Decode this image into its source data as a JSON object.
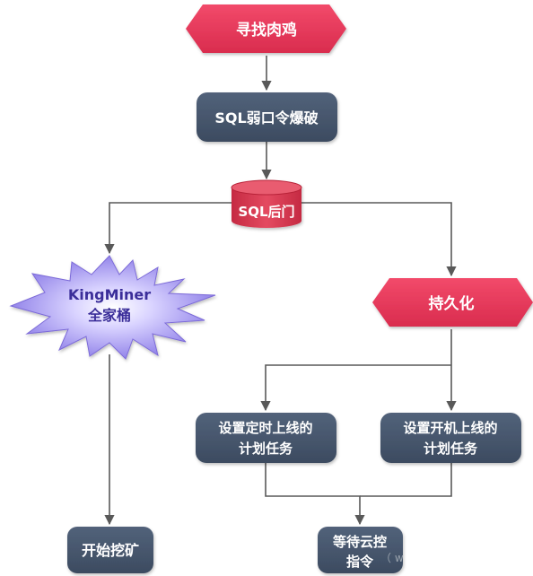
{
  "nodes": {
    "find_bots": "寻找肉鸡",
    "sql_bruteforce": "SQL弱口令爆破",
    "sql_backdoor": "SQL后门",
    "kingminer_line1": "KingMiner",
    "kingminer_line2": "全家桶",
    "persistence": "持久化",
    "timed_task_line1": "设置定时上线的",
    "timed_task_line2": "计划任务",
    "boot_task_line1": "设置开机上线的",
    "boot_task_line2": "计划任务",
    "start_mining": "开始挖矿",
    "wait_cloud_line1": "等待云控",
    "wait_cloud_line2": "指令"
  },
  "watermark": "（ w",
  "colors": {
    "hexagon": "#e8395b",
    "box": "#44546a",
    "connector": "#595959",
    "cylinder": "#d8374e",
    "starburst": "#9e90ef"
  }
}
